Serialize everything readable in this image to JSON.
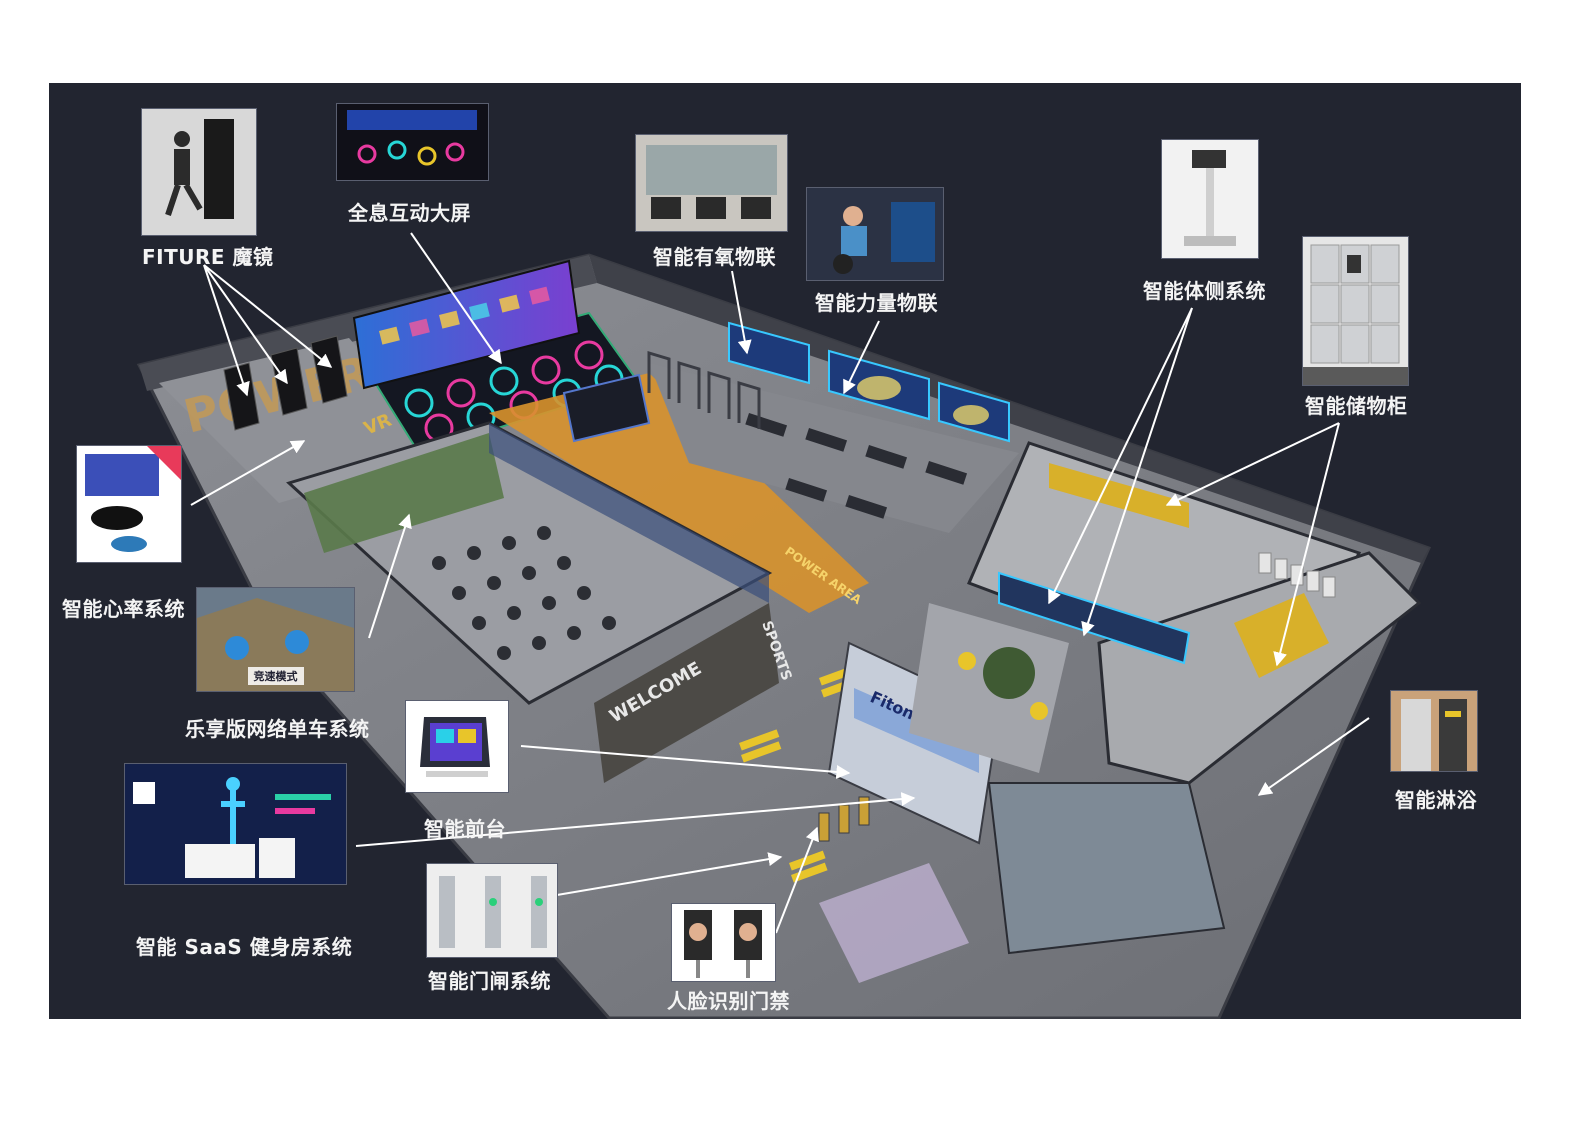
{
  "labels": {
    "fiture": "FITURE 魔镜",
    "hologram": "全息互动大屏",
    "cardio": "智能有氧物联",
    "strength": "智能力量物联",
    "body": "智能体侧系统",
    "locker": "智能储物柜",
    "heart": "智能心率系统",
    "bike": "乐享版网络单车系统",
    "front_desk": "智能前台",
    "saas": "智能 SaaS 健身房系统",
    "gate": "智能门闸系统",
    "face": "人脸识别门禁",
    "shower": "智能淋浴"
  },
  "floor_text": {
    "power": "POWER",
    "vr_area": "VR AREA",
    "power_area": "POWER AREA",
    "welcome": "WELCOME",
    "brand": "Fitone",
    "sports": "SPORTS"
  },
  "thumb_text": {
    "bike_mode": "竞速模式"
  },
  "colors": {
    "panel_bg": "#222530",
    "floor": "#7d7f85",
    "accent_yellow": "#e8b62a",
    "accent_orange": "#e8932a",
    "neon_cyan": "#27d6d6",
    "neon_pink": "#e83aa0",
    "arrow": "#ffffff"
  },
  "icons": [
    "arrow-icon",
    "treadmill-icon",
    "bike-icon",
    "locker-icon",
    "gate-icon"
  ]
}
